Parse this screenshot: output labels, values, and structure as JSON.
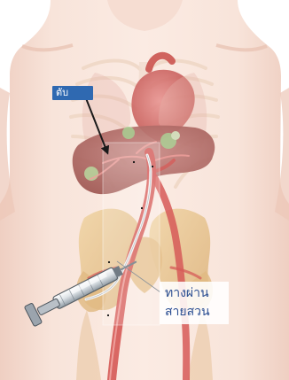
{
  "labels": {
    "liver": "ตับ",
    "route_line1": "ทางผ่าน",
    "route_line2": "สายสวน"
  },
  "colors": {
    "skin": "#f7e1d7",
    "skin_shadow": "#edc8b8",
    "label_box": "#2f69b1",
    "label_text_blue": "#2a4d91",
    "artery": "#d9605c",
    "liver": "#b56b66"
  }
}
